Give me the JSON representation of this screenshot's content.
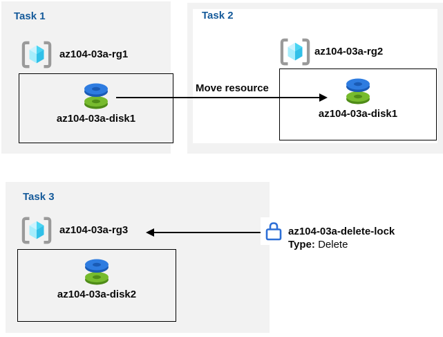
{
  "colors": {
    "panel_bg": "#f2f2f2",
    "inset_bg": "#ffffff",
    "task_title": "#155a9a",
    "text": "#0a0a0a",
    "line": "#000000",
    "lock_stroke": "#2d6fd6"
  },
  "tasks": [
    {
      "title": "Task 1",
      "resource_group": "az104-03a-rg1",
      "resource_name": "az104-03a-disk1"
    },
    {
      "title": "Task 2",
      "resource_group": "az104-03a-rg2",
      "resource_name": "az104-03a-disk1"
    },
    {
      "title": "Task 3",
      "resource_group": "az104-03a-rg3",
      "resource_name": "az104-03a-disk2"
    }
  ],
  "move_arrow": {
    "label": "Move resource"
  },
  "lock": {
    "name": "az104-03a-delete-lock",
    "type_label": "Type:",
    "type_value": "Delete"
  },
  "icons": {
    "resource_group": "resource-group-icon",
    "disk": "disk-icon",
    "lock": "lock-icon"
  }
}
